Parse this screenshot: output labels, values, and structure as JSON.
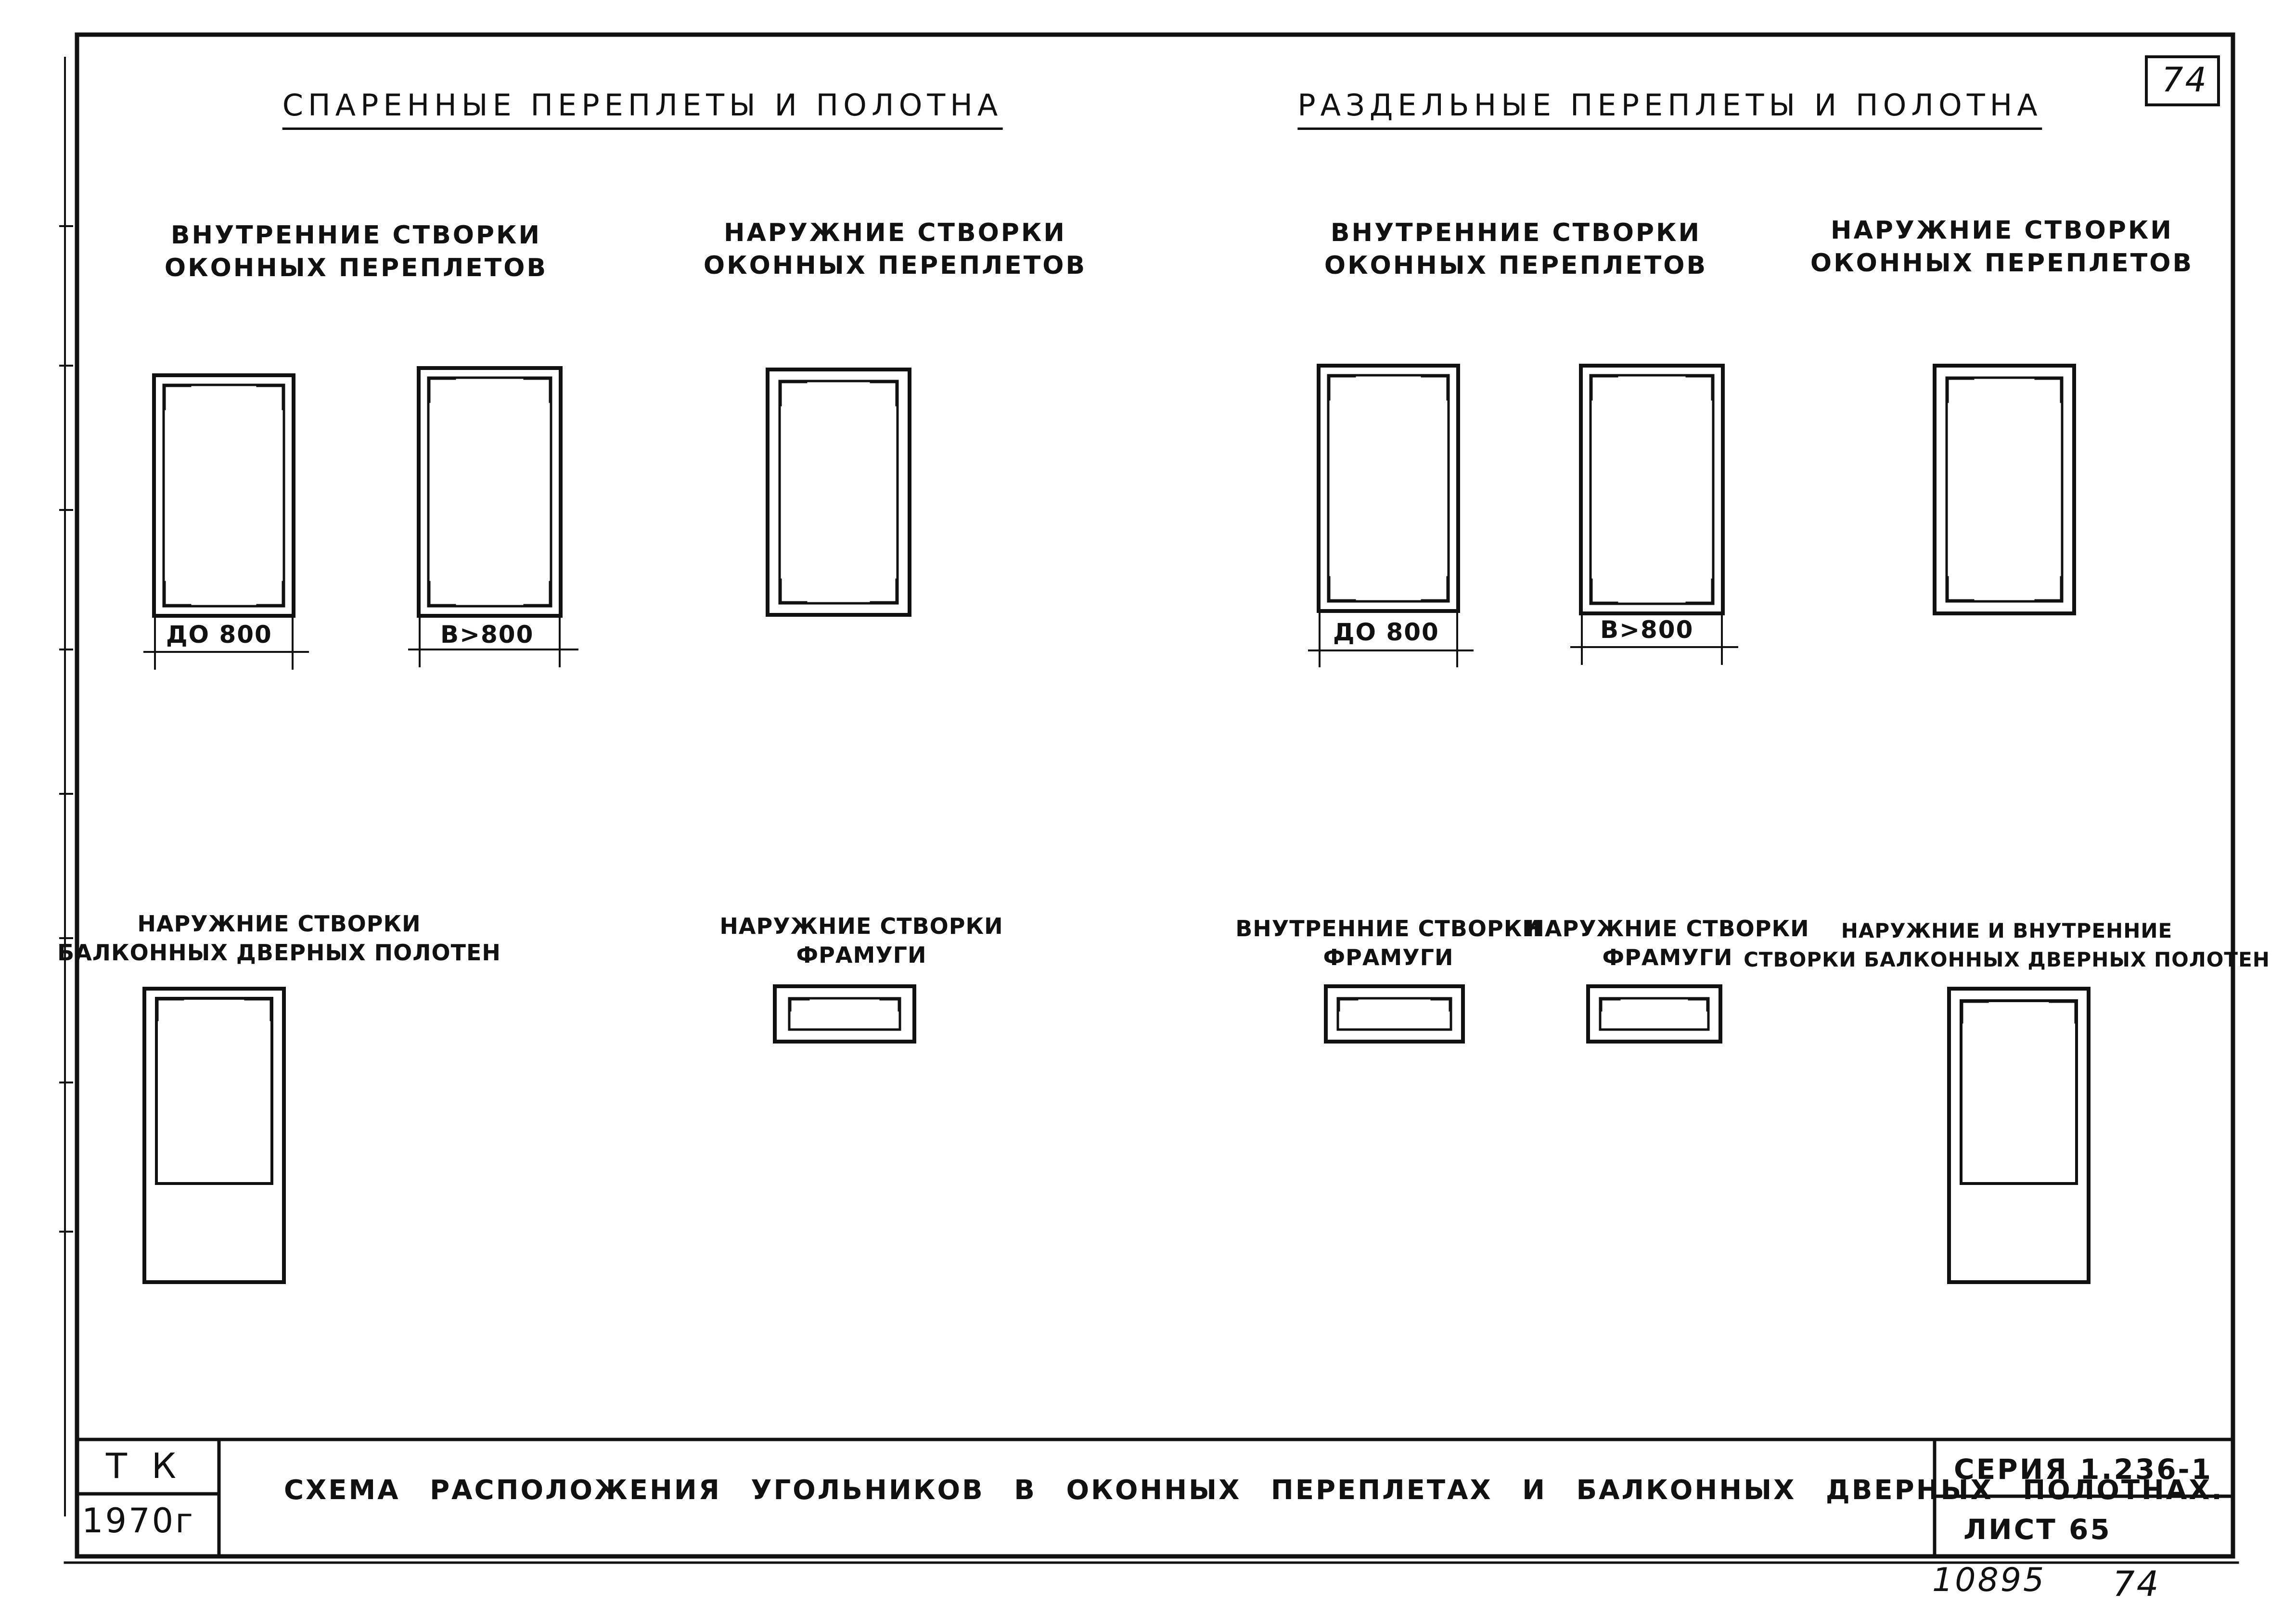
{
  "headings": {
    "paired": "СПАРЕННЫЕ ПЕРЕПЛЕТЫ И ПОЛОТНА",
    "separate": "РАЗДЕЛЬНЫЕ ПЕРЕПЛЕТЫ И ПОЛОТНА"
  },
  "page_number": "74",
  "labels": {
    "inner_window_paired": [
      "ВНУТРЕННИЕ СТВОРКИ",
      "ОКОННЫХ ПЕРЕПЛЕТОВ"
    ],
    "outer_window_paired": [
      "НАРУЖНИЕ СТВОРКИ",
      "ОКОННЫХ ПЕРЕПЛЕТОВ"
    ],
    "inner_window_separate": [
      "ВНУТРЕННИЕ СТВОРКИ",
      "ОКОННЫХ ПЕРЕПЛЕТОВ"
    ],
    "outer_window_separate": [
      "НАРУЖНИЕ СТВОРКИ",
      "ОКОННЫХ ПЕРЕПЛЕТОВ"
    ],
    "outer_balcony_paired": [
      "НАРУЖНИЕ СТВОРКИ",
      "БАЛКОННЫХ ДВЕРНЫХ ПОЛОТЕН"
    ],
    "outer_transom_paired": [
      "НАРУЖНИЕ СТВОРКИ",
      "ФРАМУГИ"
    ],
    "inner_transom_separate": [
      "ВНУТРЕННИЕ СТВОРКИ",
      "ФРАМУГИ"
    ],
    "outer_transom_separate": [
      "НАРУЖНИЕ СТВОРКИ",
      "ФРАМУГИ"
    ],
    "balcony_separate": [
      "НАРУЖНИЕ И ВНУТРЕННИЕ",
      "СТВОРКИ БАЛКОННЫХ ДВЕРНЫХ ПОЛОТЕН"
    ]
  },
  "dimensions": {
    "up_to_800": "ДО 800",
    "over_800": "В>800"
  },
  "title_block": {
    "org": "Т К",
    "year": "1970г",
    "title": "СХЕМА РАСПОЛОЖЕНИЯ УГОЛЬНИКОВ В ОКОННЫХ ПЕРЕПЛЕТАХ И БАЛКОННЫХ ДВЕРНЫХ ПОЛОТНАХ.",
    "series": "СЕРИЯ 1.236-1",
    "sheet": "ЛИСТ 65"
  },
  "stamp": {
    "number": "10895",
    "page": "74"
  }
}
